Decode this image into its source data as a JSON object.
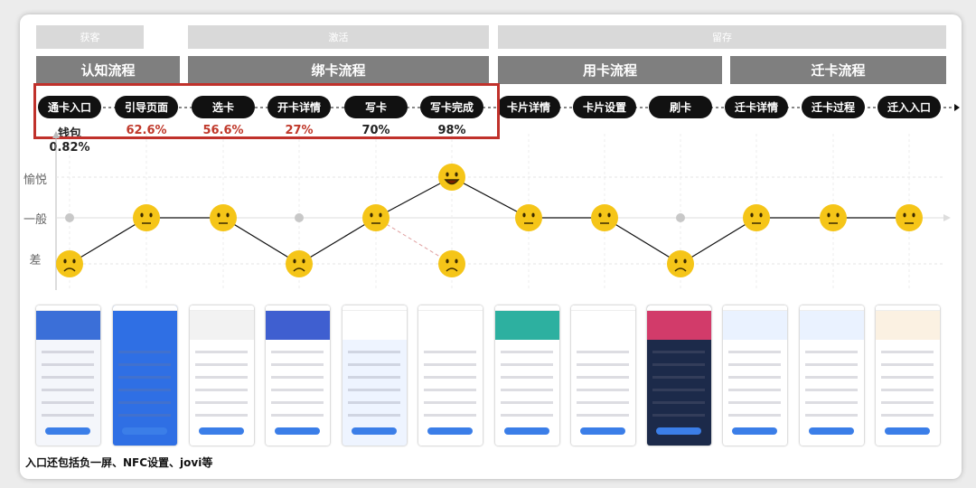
{
  "phases": [
    "获客",
    "激活",
    "留存"
  ],
  "flows": [
    "认知流程",
    "绑卡流程",
    "用卡流程",
    "迁卡流程"
  ],
  "steps": [
    "通卡入口",
    "引导页面",
    "选卡",
    "开卡详情",
    "写卡",
    "写卡完成",
    "卡片详情",
    "卡片设置",
    "刷卡",
    "迁卡详情",
    "迁卡过程",
    "迁入入口"
  ],
  "conversion_rates": [
    "钱包0.82%",
    "62.6%",
    "56.6%",
    "27%",
    "70%",
    "98%"
  ],
  "emotion_levels": [
    "愉悦",
    "一般",
    "差"
  ],
  "emotion_by_step": [
    "差",
    "一般",
    "一般",
    "差",
    "一般",
    "愉悦",
    "一般",
    "一般",
    "差",
    "一般",
    "一般",
    "一般"
  ],
  "secondary_emotion_at_step_6": "差",
  "colors": {
    "highlight": "#c0312b",
    "rate_red": "#c0392b",
    "emoji": "#f5c518"
  },
  "screens": [
    "wallet-home",
    "bus-card-intro",
    "card-selection",
    "card-details",
    "nfc-write",
    "write-success",
    "card-info",
    "card-settings",
    "swipe-card",
    "migration-details",
    "migration-progress",
    "migration-entry"
  ],
  "footnote": "入口还包括负一屏、NFC设置、jovi等"
}
